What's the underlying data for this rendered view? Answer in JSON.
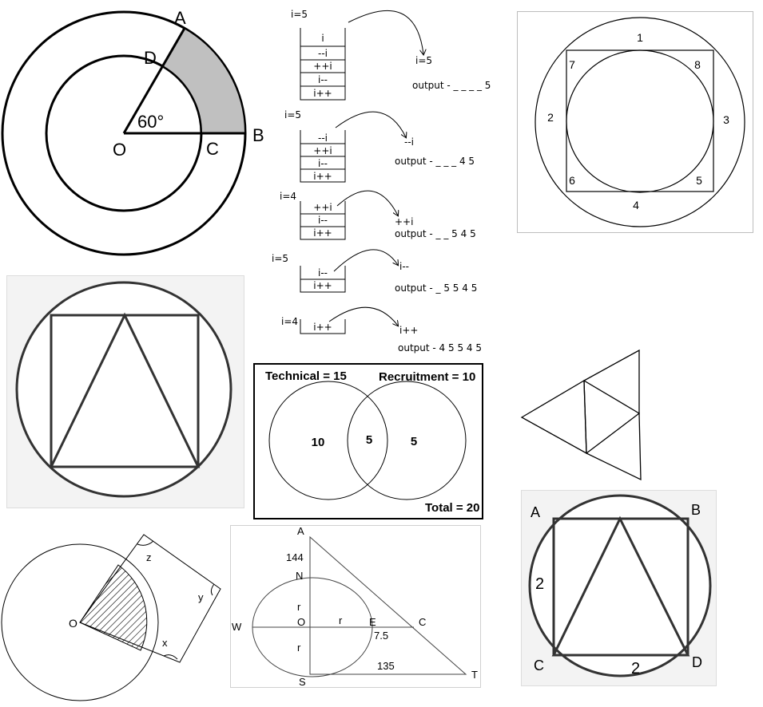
{
  "annulus": {
    "labels": {
      "A": "A",
      "B": "B",
      "C": "C",
      "D": "D",
      "O": "O"
    },
    "angle_label": "60°",
    "shade_color": "#c0c0c0"
  },
  "stack_trace": {
    "steps": [
      {
        "i": "i=5",
        "stack": [
          "i",
          "--i",
          "++i",
          "i--",
          "i++"
        ],
        "popped": "i=5",
        "output": "output - _ _ _ _ 5"
      },
      {
        "i": "i=5",
        "stack": [
          "--i",
          "++i",
          "i--",
          "i++"
        ],
        "popped": "--i",
        "output": "output - _ _ _ 4 5"
      },
      {
        "i": "i=4",
        "stack": [
          "++i",
          "i--",
          "i++"
        ],
        "popped": "++i",
        "output": "output - _ _ 5 4 5"
      },
      {
        "i": "i=5",
        "stack": [
          "i--",
          "i++"
        ],
        "popped": "i--",
        "output": "output - _ 5 5 4 5"
      },
      {
        "i": "i=4",
        "stack": [
          "i++"
        ],
        "popped": "i++",
        "output": "output - 4 5 5 4 5"
      }
    ]
  },
  "regions": {
    "labels": [
      "1",
      "2",
      "3",
      "4",
      "5",
      "6",
      "7",
      "8"
    ]
  },
  "venn": {
    "left_title": "Technical = 15",
    "right_title": "Recruitment = 10",
    "left_only": "10",
    "both": "5",
    "right_only": "5",
    "total": "Total = 20"
  },
  "square_abcd": {
    "labels": {
      "A": "A",
      "B": "B",
      "C": "C",
      "D": "D"
    },
    "side_left": "2",
    "side_bottom": "2"
  },
  "sector": {
    "labels": {
      "O": "O",
      "z": "z",
      "y": "y",
      "x": "x"
    }
  },
  "right_triangle": {
    "labels": {
      "A": "A",
      "N": "N",
      "W": "W",
      "O": "O",
      "E": "E",
      "C": "C",
      "S": "S",
      "T": "T"
    },
    "segments": {
      "AN": "144",
      "NO": "r",
      "OE": "r",
      "OS": "r",
      "EC": "7.5",
      "ST": "135"
    }
  }
}
